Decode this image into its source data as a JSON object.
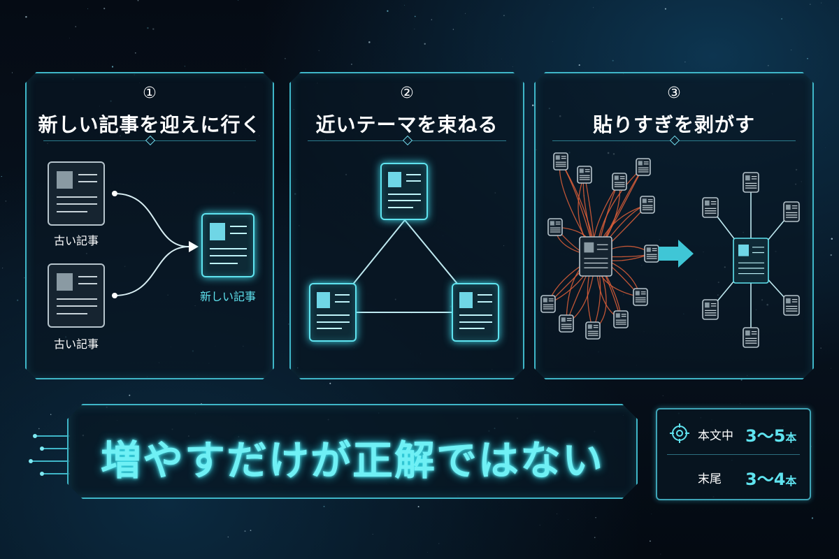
{
  "panels": [
    {
      "number": "①",
      "title": "新しい記事を迎えに行く",
      "labels": {
        "old_top": "古い記事",
        "old_bottom": "古い記事",
        "new": "新しい記事"
      }
    },
    {
      "number": "②",
      "title": "近いテーマを束ねる"
    },
    {
      "number": "③",
      "title": "貼りすぎを剥がす"
    }
  ],
  "banner": {
    "text": "増やすだけが正解ではない"
  },
  "info": {
    "rows": [
      {
        "label": "本文中",
        "value": "3～5",
        "unit": "本"
      },
      {
        "label": "末尾",
        "value": "3～4",
        "unit": "本"
      }
    ]
  },
  "colors": {
    "accent": "#5fe3ef",
    "frame": "#3fb6c8",
    "tangle": "#e0603a"
  },
  "icons": [
    "document-icon",
    "arrow-right-icon",
    "target-icon",
    "circuit-icon"
  ]
}
